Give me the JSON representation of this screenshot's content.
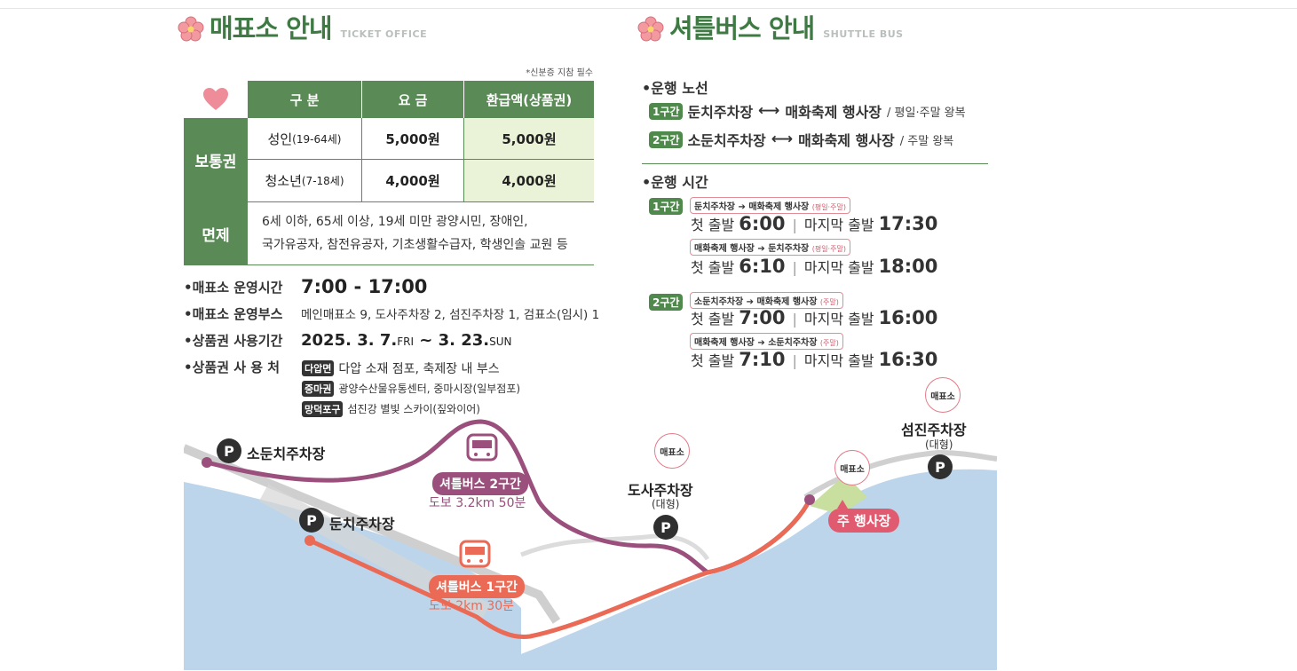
{
  "ticket_office": {
    "title": "매표소 안내",
    "title_en": "TICKET OFFICE",
    "id_notice": "*신분증 지참 필수",
    "headers": [
      "구 분",
      "요 금",
      "환급액(상품권)"
    ],
    "regular_label": "보통권",
    "rows": [
      {
        "category": "성인",
        "age": "(19-64세)",
        "fee": "5,000원",
        "refund": "5,000원"
      },
      {
        "category": "청소년",
        "age": "(7-18세)",
        "fee": "4,000원",
        "refund": "4,000원"
      }
    ],
    "exempt_label": "면제",
    "exempt_line1": "6세 이하, 65세 이상, 19세 미만 광양시민, 장애인,",
    "exempt_line2": "국가유공자, 참전유공자, 기초생활수급자, 학생인솔 교원 등",
    "hours_label": "•매표소 운영시간",
    "hours_value": "7:00 - 17:00",
    "booths_label": "•매표소 운영부스",
    "booths_value": "메인매표소 9, 도사주차장 2, 섬진주차장 1, 검표소(임시) 1",
    "voucher_period_label": "•상품권 사용기간",
    "voucher_start": "2025. 3. 7.",
    "voucher_start_day": "FRI",
    "voucher_tilde": " ~ ",
    "voucher_end": "3. 23.",
    "voucher_end_day": "SUN",
    "voucher_places_label": "•상품권 사 용 처",
    "voucher_places": [
      {
        "tag": "다압면",
        "text": "다압 소재 점포, 축제장 내 부스"
      },
      {
        "tag": "중마권",
        "text": "광양수산물유통센터, 중마시장(일부점포)"
      },
      {
        "tag": "망덕포구",
        "text": "섬진강 별빛 스카이(짚와이어)"
      }
    ]
  },
  "shuttle": {
    "title": "셔틀버스 안내",
    "title_en": "SHUTTLE BUS",
    "route_header": "•운행 노선",
    "routes": [
      {
        "pill": "1구간",
        "from": "둔치주차장",
        "arrow": "⟷",
        "to": "매화축제 행사장",
        "note": "/ 평일·주말 왕복"
      },
      {
        "pill": "2구간",
        "from": "소둔치주차장",
        "arrow": "⟷",
        "to": "매화축제 행사장",
        "note": "/ 주말 왕복"
      }
    ],
    "time_header": "•운행 시간",
    "first_label": "첫 출발",
    "last_label": "마지막 출발",
    "schedules": [
      {
        "pill": "1구간",
        "direction": "둔치주차장 ➔ 매화축제 행사장",
        "days": "(평일·주말)",
        "first": "6:00",
        "last": "17:30"
      },
      {
        "pill": "",
        "direction": "매화축제 행사장 ➔ 둔치주차장",
        "days": "(평일·주말)",
        "first": "6:10",
        "last": "18:00"
      },
      {
        "pill": "2구간",
        "direction": "소둔치주차장 ➔ 매화축제 행사장",
        "days": "(주말)",
        "first": "7:00",
        "last": "16:00"
      },
      {
        "pill": "",
        "direction": "매화축제 행사장 ➔ 소둔치주차장",
        "days": "(주말)",
        "first": "7:10",
        "last": "16:30"
      }
    ]
  },
  "map": {
    "so_dunchi": "소둔치주차장",
    "dunchi": "둔치주차장",
    "dosa": "도사주차장",
    "dosa_sub": "(대형)",
    "seomjin": "섬진주차장",
    "seomjin_sub": "(대형)",
    "ticket_bubble": "매표소",
    "main_venue": "주 행사장",
    "bus2_label": "셔틀버스 2구간",
    "bus2_dist": "도보 3.2km 50분",
    "bus1_label": "셔틀버스 1구간",
    "bus1_dist": "도보 2km 30분",
    "parking_letter": "P",
    "colors": {
      "route1": "#ea6a55",
      "route2": "#9a4f7c",
      "river": "#bcd5ea",
      "venue": "#e15b70"
    }
  }
}
